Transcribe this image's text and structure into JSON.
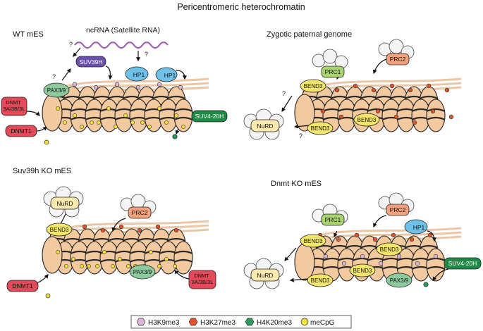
{
  "title": "Pericentromeric heterochromatin",
  "panels": {
    "wt": {
      "label": "WT mES",
      "ncrna": "ncRNA (Satellite RNA)",
      "q1": "?",
      "q2": "?",
      "q3": "?",
      "suv39h": "SUV39H",
      "hp1a": "HP1",
      "hp1b": "HP1",
      "pax": "PAX3/9",
      "dnmt3": "DNMT\n3A/3B/3L",
      "dnmt1": "DNMT1",
      "suv420h": "SUV4-20H"
    },
    "zyg": {
      "label": "Zygotic paternal genome",
      "prc1": "PRC1",
      "prc2": "PRC2",
      "bend_a": "BEND3",
      "bend_b": "BEND3",
      "bend_c": "BEND3",
      "nurd": "NuRD",
      "q1": "?",
      "q2": "?"
    },
    "suv": {
      "label": "Suv39h KO mES",
      "nurd": "NuRD",
      "prc2": "PRC2",
      "bend": "BEND3",
      "dnmt1": "DNMT1",
      "dnmt3": "DNMT\n3A/3B/3L",
      "pax": "PAX3/9"
    },
    "dnmt": {
      "label": "Dnmt KO mES",
      "prc1": "PRC1",
      "prc2": "PRC2",
      "hp1": "HP1",
      "bend_a": "BEND3",
      "bend_b": "BEND3",
      "bend_c": "BEND3",
      "bend_d": "BEND3",
      "nurd": "NuRD",
      "pax": "PAX3/9",
      "suv420h": "SUV4-20H"
    }
  },
  "legend": {
    "items": [
      {
        "label": "H3K9me3",
        "color": "#d9b8d9"
      },
      {
        "label": "H3K27me3",
        "color": "#e2522a"
      },
      {
        "label": "H4K20me3",
        "color": "#2c9a5a"
      },
      {
        "label": "meCpG",
        "color": "#f2e23a"
      }
    ]
  },
  "colors": {
    "nucleosome": "#f3c9a0",
    "nucleosome_edge": "#222222",
    "suv39h": "#6a4fb0",
    "hp1": "#6ec2ea",
    "pax": "#8cc99c",
    "dnmt": "#e24a5a",
    "suv420h": "#1f8a45",
    "prc1": "#a9d36e",
    "prc2": "#f1a27c",
    "bend3": "#f4e66a",
    "nurd": "#fbe9b0",
    "rna": "#9c5bb0"
  }
}
